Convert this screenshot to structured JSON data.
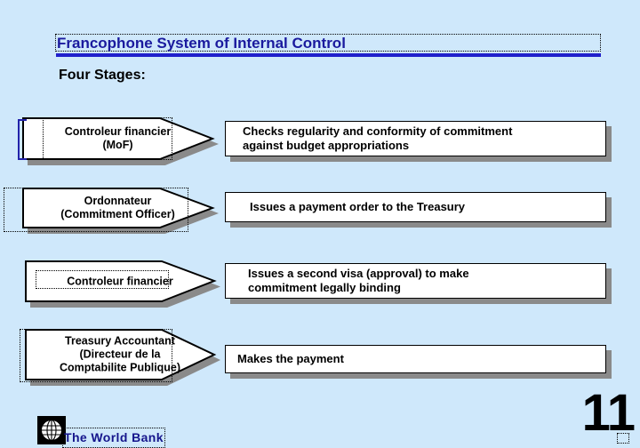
{
  "slide": {
    "background_color": "#cfe8fb",
    "title": "Francophone System of Internal Control",
    "title_color": "#1a1a9e",
    "rule_color": "#2020cc",
    "subtitle": "Four Stages:",
    "page_number": "11"
  },
  "stages": [
    {
      "actor": "Controleur financier\n(MoF)",
      "description": "Checks regularity and conformity of commitment\nagainst budget appropriations"
    },
    {
      "actor": "Ordonnateur\n(Commitment Officer)",
      "description": "Issues a payment order to the Treasury"
    },
    {
      "actor": "Controleur financier",
      "description": "Issues a second visa (approval) to make\ncommitment legally binding"
    },
    {
      "actor": "Treasury Accountant\n(Directeur de la\nComptabilite Publique)",
      "description": "Makes the payment"
    }
  ],
  "footer": {
    "organization": "The World Bank",
    "logo_icon": "globe-icon",
    "logo_text_color": "#15158c"
  }
}
